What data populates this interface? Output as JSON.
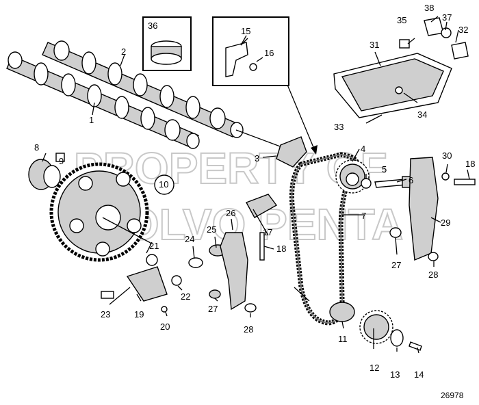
{
  "drawing_id": "26978",
  "watermark": [
    "PROPERTY OF",
    "VOLVO PENTA"
  ],
  "callouts": {
    "p1": "1",
    "p2": "2",
    "p3": "3",
    "p4": "4",
    "p5": "5",
    "p6": "6",
    "p7": "7",
    "p8": "8",
    "p9": "9",
    "p10": "10",
    "p11": "11",
    "p12": "12",
    "p13": "13",
    "p14": "14",
    "p15": "15",
    "p16": "16",
    "p17": "17",
    "p18a": "18",
    "p18b": "18",
    "p19": "19",
    "p20": "20",
    "p21": "21",
    "p22": "22",
    "p23": "23",
    "p24": "24",
    "p25": "25",
    "p26": "26",
    "p27a": "27",
    "p27b": "27",
    "p28a": "28",
    "p28b": "28",
    "p29": "29",
    "p30": "30",
    "p31": "31",
    "p32": "32",
    "p33": "33",
    "p34": "34",
    "p35": "35",
    "p36": "36",
    "p37": "37",
    "p38": "38"
  }
}
